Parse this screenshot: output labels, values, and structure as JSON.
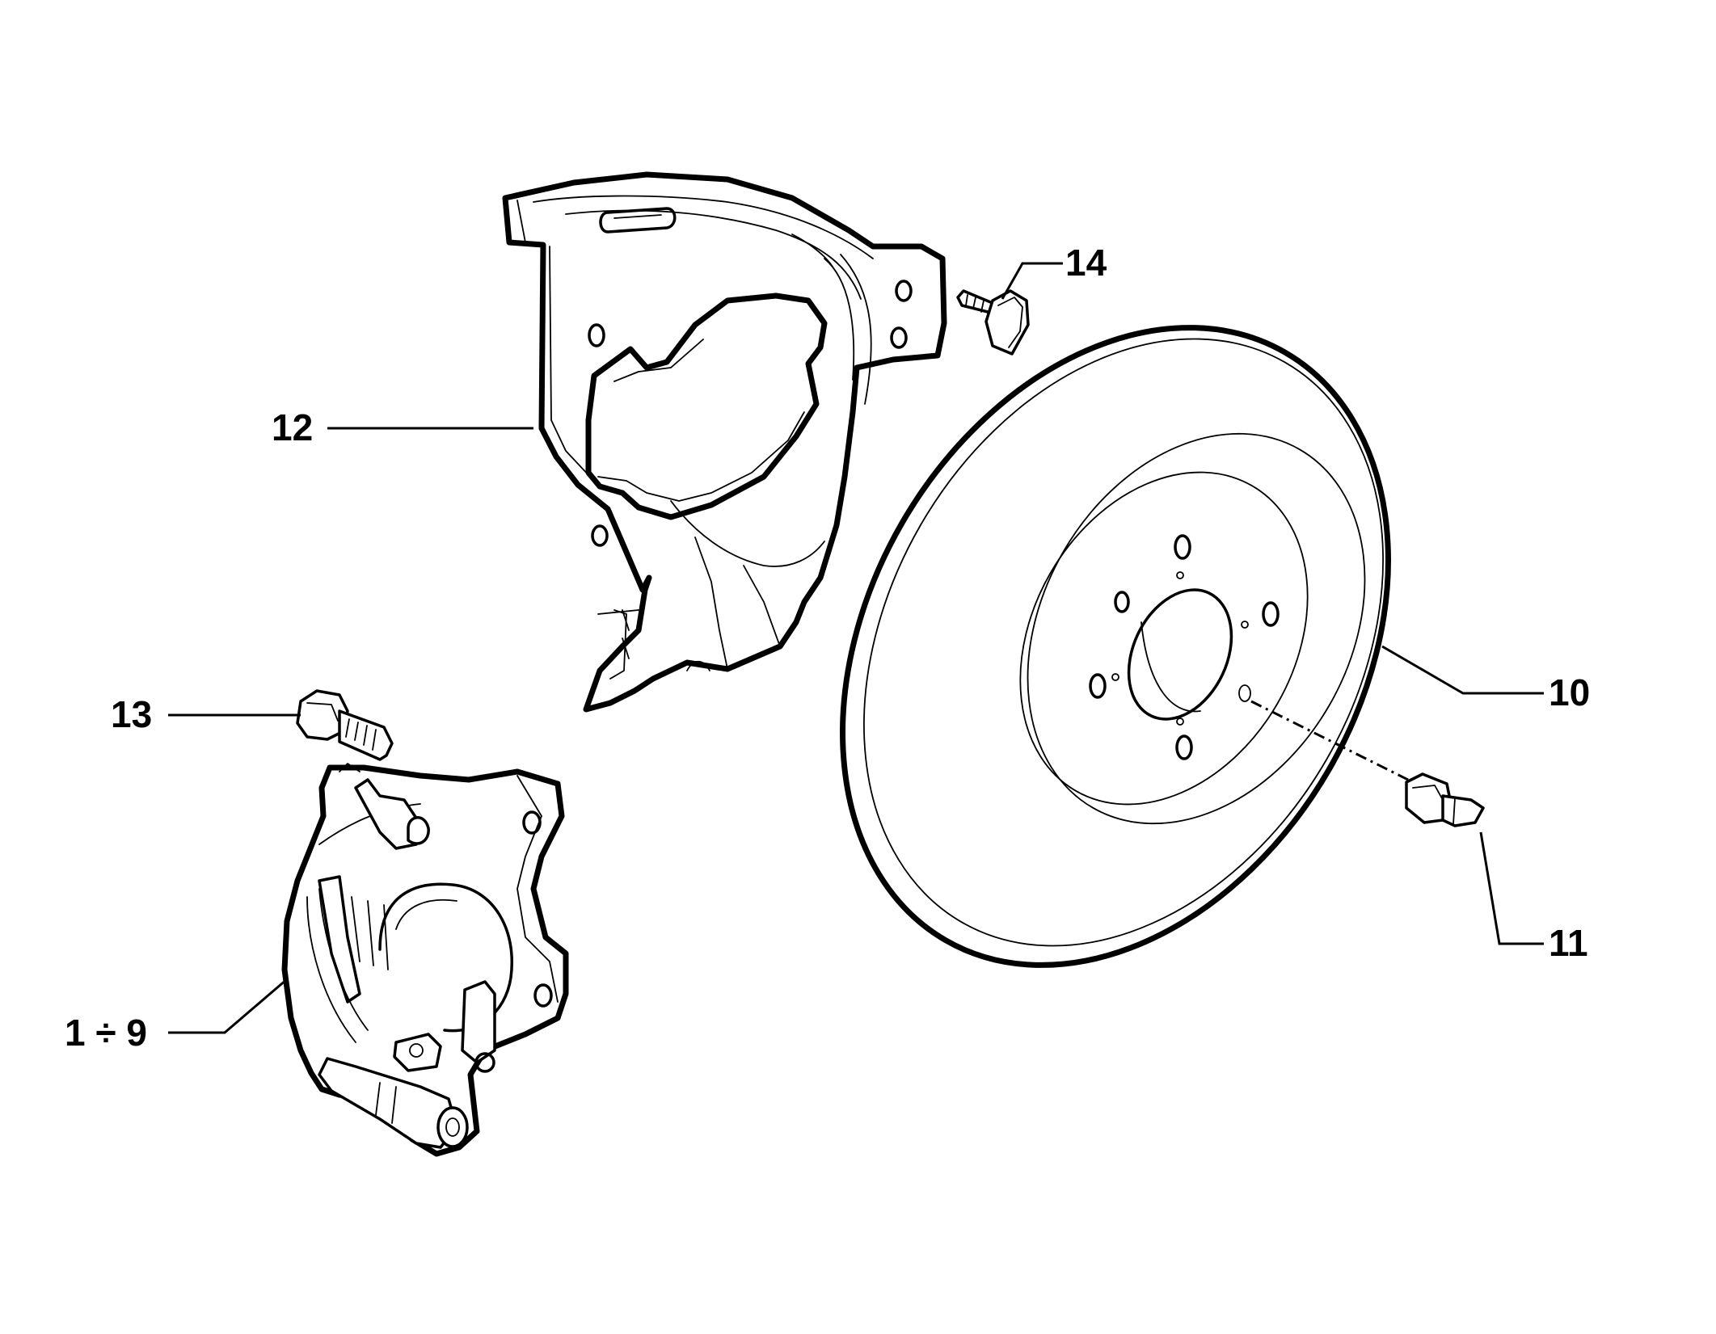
{
  "labels": {
    "part_12": "12",
    "part_14": "14",
    "part_13": "13",
    "part_10": "10",
    "part_11": "11",
    "part_1_9": "1 ÷ 9"
  }
}
